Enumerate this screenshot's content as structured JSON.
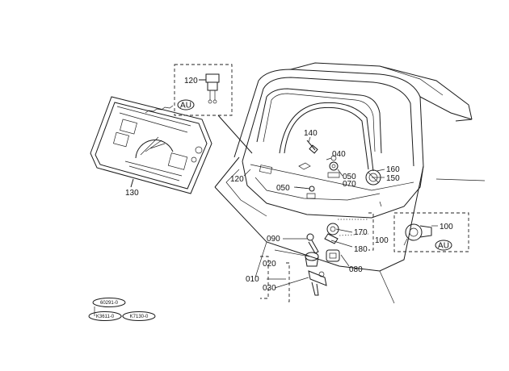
{
  "labels": {
    "p010": "010",
    "p020": "020",
    "p030": "030",
    "p040": "040",
    "p050a": "050",
    "p050b": "050",
    "p070": "070",
    "p080": "080",
    "p090": "090",
    "p100a": "100",
    "p100b": "100",
    "p120a": "120",
    "p120b": "120",
    "p130": "130",
    "p140": "140",
    "p150": "150",
    "p160": "160",
    "p170": "170",
    "p180": "180"
  },
  "badges": {
    "au1": "AU",
    "au2": "AU"
  },
  "serials": {
    "top": "60291-0",
    "left": "K3611-0",
    "right": "K7130-0"
  }
}
